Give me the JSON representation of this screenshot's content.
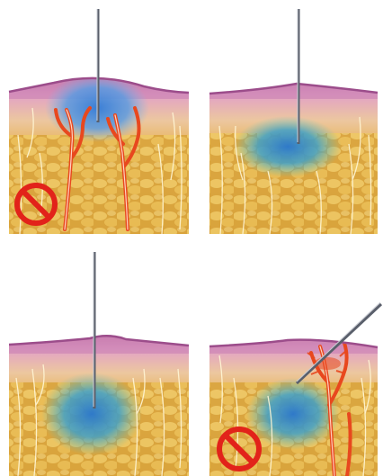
{
  "figure": {
    "panels": [
      {
        "id": "top-left",
        "shows": [
          "needle",
          "blue-injection-cloud",
          "red-blood-vessels",
          "prohibited-sign"
        ]
      },
      {
        "id": "top-right",
        "shows": [
          "needle",
          "blue-injection-cloud"
        ]
      },
      {
        "id": "bottom-left",
        "shows": [
          "needle",
          "blue-injection-cloud"
        ]
      },
      {
        "id": "bottom-right",
        "shows": [
          "angled-needle",
          "blue-injection-cloud",
          "red-blood-vessels",
          "prohibited-sign"
        ]
      }
    ],
    "colors": {
      "background": "#ffffff",
      "epidermis": "#d98bb4",
      "dermis": "#ebc9a1",
      "fat": "#d8a53a",
      "fat_light": "#f0d06a",
      "injection": "#3f8fd8",
      "vessel": "#e8481e",
      "prohibited": "#e2231a",
      "needle": "#555a66",
      "nerve": "#fff3c8"
    }
  }
}
